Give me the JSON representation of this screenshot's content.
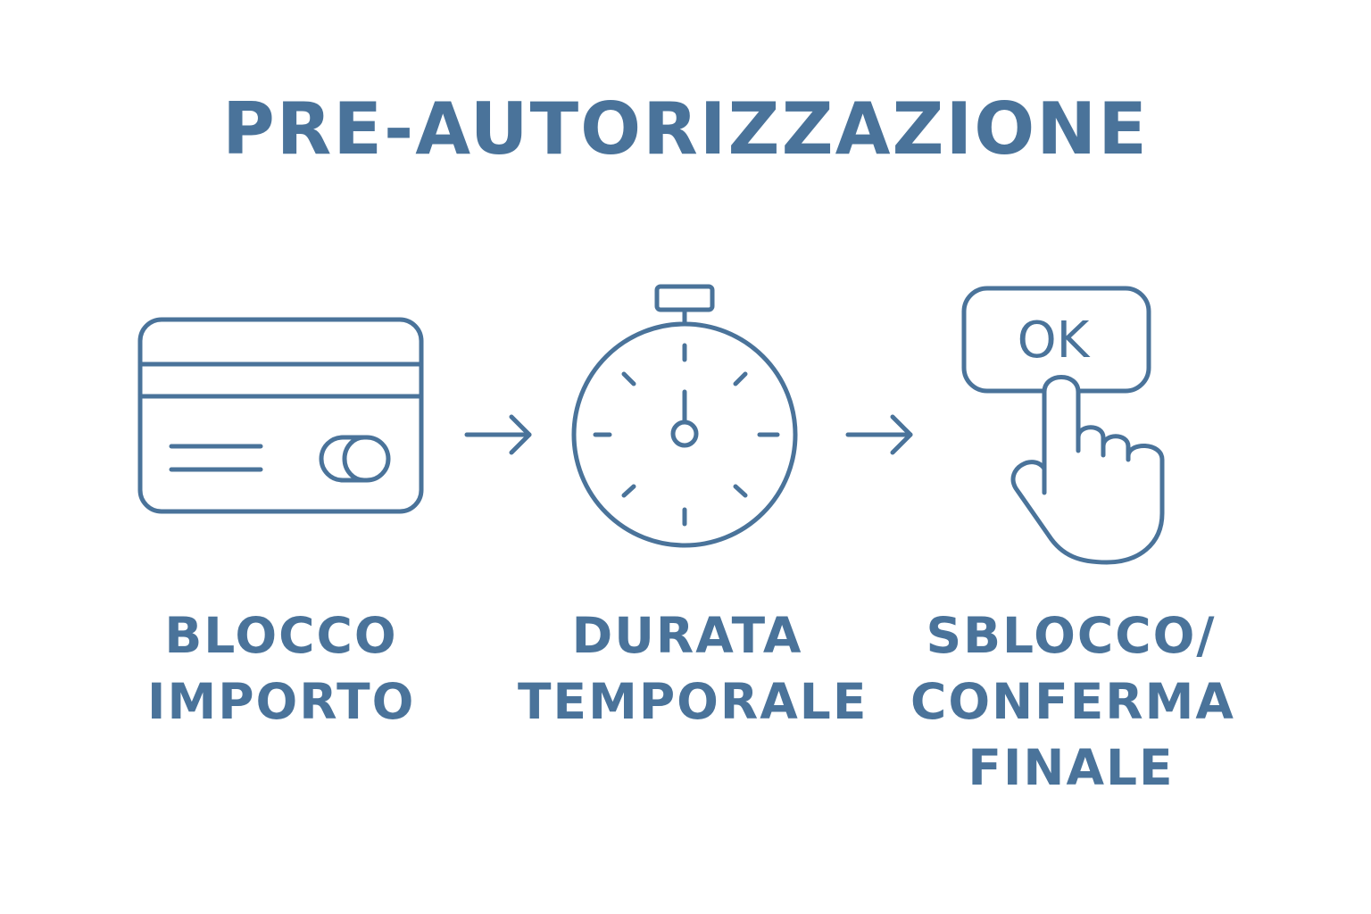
{
  "title": "PRE-AUTORIZZAZIONE",
  "colors": {
    "accent": "#4a739a",
    "background": "#ffffff"
  },
  "steps": [
    {
      "icon": "credit-card-icon",
      "label_lines": [
        "BLOCCO",
        "IMPORTO"
      ]
    },
    {
      "icon": "stopwatch-icon",
      "label_lines": [
        "DURATA",
        "TEMPORALE"
      ]
    },
    {
      "icon": "hand-press-ok-button-icon",
      "button_text": "OK",
      "label_lines": [
        "SBLOCCO/",
        "CONFERMA",
        "FINALE"
      ]
    }
  ],
  "connectors": [
    "arrow-right-icon",
    "arrow-right-icon"
  ]
}
